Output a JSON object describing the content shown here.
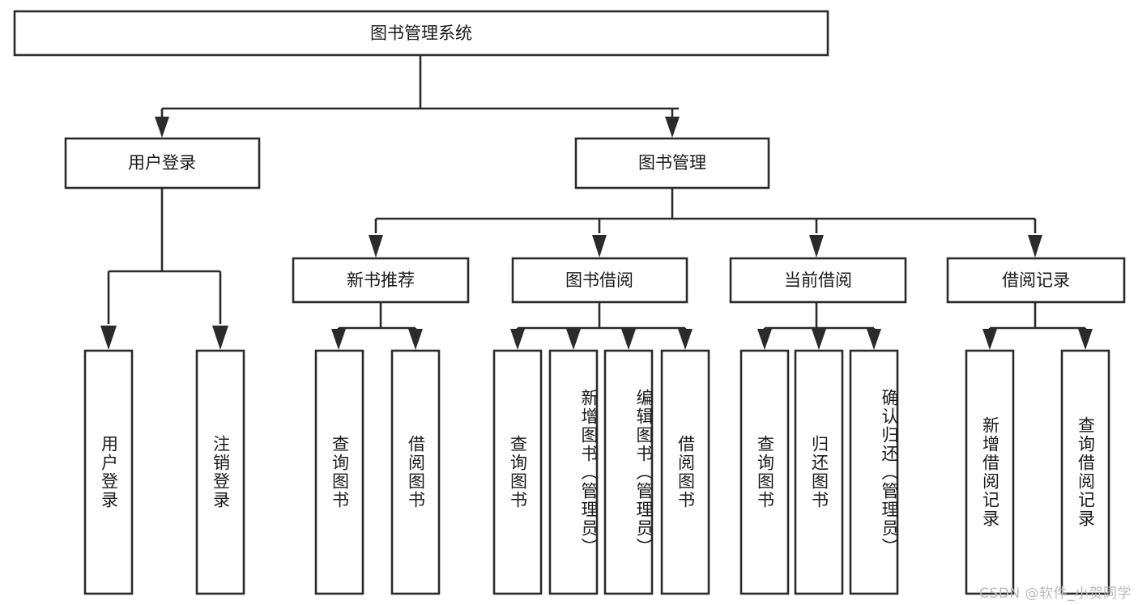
{
  "diagram": {
    "type": "tree-hierarchy",
    "title": "图书管理系统",
    "watermark": "CSDN @软件_小贺同学",
    "colors": {
      "box_stroke": "#2b2b2b",
      "box_fill": "#ffffff",
      "text": "#1a1a1a",
      "background": "#ffffff",
      "watermark": "#b9b9b9"
    },
    "root": {
      "label": "图书管理系统"
    },
    "level2": [
      {
        "label": "用户登录"
      },
      {
        "label": "图书管理"
      }
    ],
    "level3": [
      {
        "label": "新书推荐"
      },
      {
        "label": "图书借阅"
      },
      {
        "label": "当前借阅"
      },
      {
        "label": "借阅记录"
      }
    ],
    "leaves": {
      "user_login": [
        {
          "label": "用户登录"
        },
        {
          "label": "注销登录"
        }
      ],
      "new_book_recommend": [
        {
          "label": "查询图书"
        },
        {
          "label": "借阅图书"
        }
      ],
      "book_borrow": [
        {
          "label": "查询图书"
        },
        {
          "label": "新增图书（管理员）"
        },
        {
          "label": "编辑图书（管理员）"
        },
        {
          "label": "借阅图书"
        }
      ],
      "current_borrow": [
        {
          "label": "查询图书"
        },
        {
          "label": "归还图书"
        },
        {
          "label": "确认归还（管理员）"
        }
      ],
      "borrow_record": [
        {
          "label": "新增借阅记录"
        },
        {
          "label": "查询借阅记录"
        }
      ]
    }
  }
}
